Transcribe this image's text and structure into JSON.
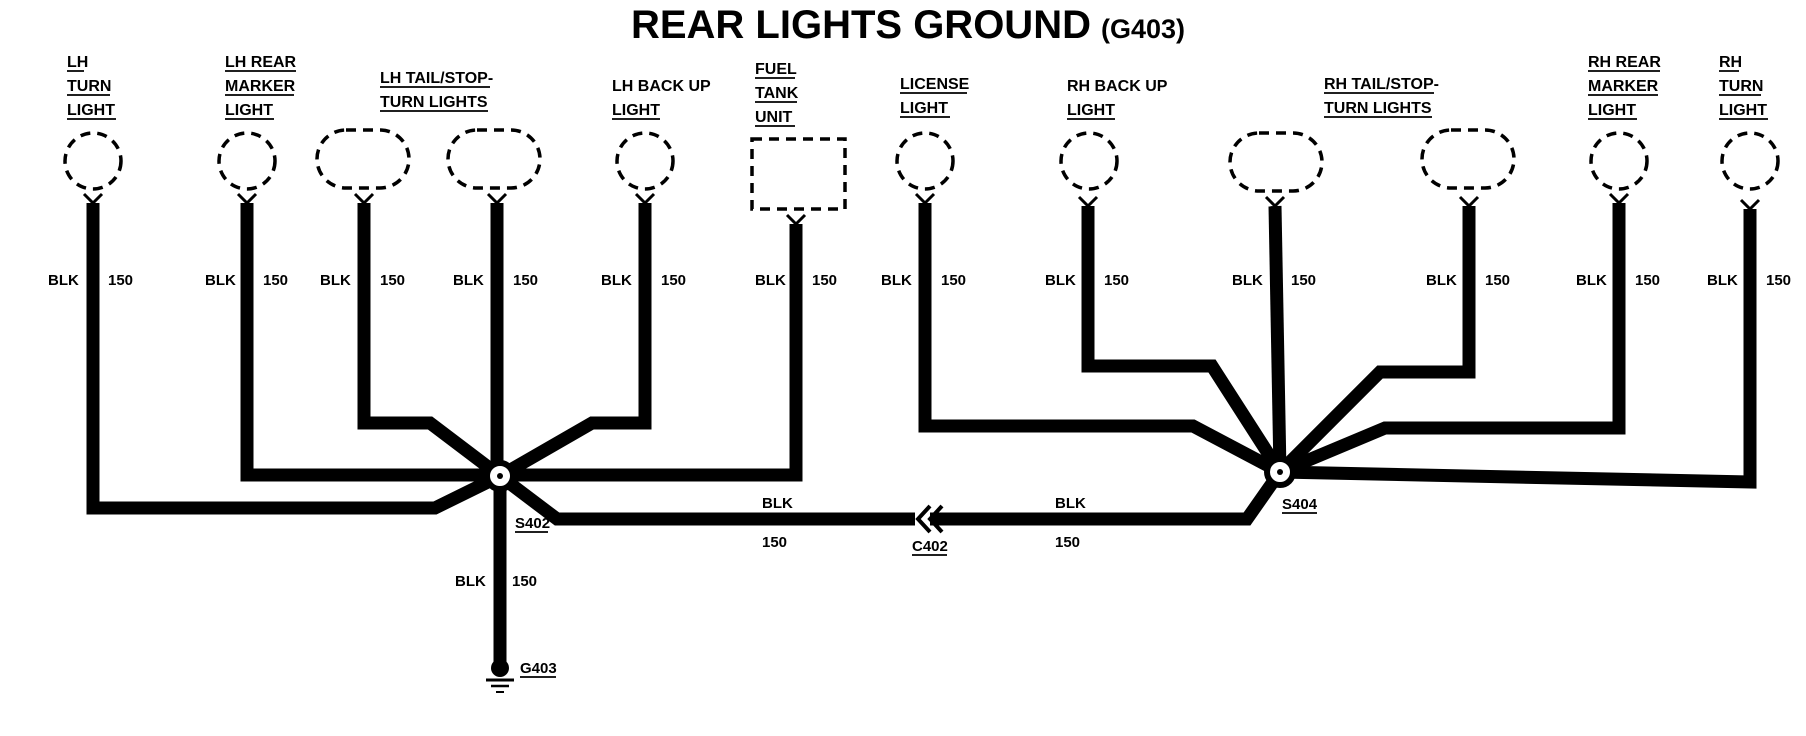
{
  "title": {
    "main": "REAR LIGHTS GROUND",
    "code": "(G403)"
  },
  "components": [
    {
      "id": "lh-turn",
      "lines": [
        "LH",
        "TURN",
        "LIGHT"
      ]
    },
    {
      "id": "lh-rear-marker",
      "lines": [
        "LH REAR",
        "MARKER",
        "LIGHT"
      ]
    },
    {
      "id": "lh-tail-stop-turn",
      "lines": [
        "LH TAIL/STOP-",
        "TURN LIGHTS"
      ]
    },
    {
      "id": "lh-back-up",
      "lines": [
        "LH BACK UP",
        "LIGHT"
      ]
    },
    {
      "id": "fuel-tank",
      "lines": [
        "FUEL",
        "TANK",
        "UNIT"
      ]
    },
    {
      "id": "license",
      "lines": [
        "LICENSE",
        "LIGHT"
      ]
    },
    {
      "id": "rh-back-up",
      "lines": [
        "RH BACK UP",
        "LIGHT"
      ]
    },
    {
      "id": "rh-tail-stop-turn",
      "lines": [
        "RH TAIL/STOP-",
        "TURN LIGHTS"
      ]
    },
    {
      "id": "rh-rear-marker",
      "lines": [
        "RH REAR",
        "MARKER",
        "LIGHT"
      ]
    },
    {
      "id": "rh-turn",
      "lines": [
        "RH",
        "TURN",
        "LIGHT"
      ]
    }
  ],
  "wire": {
    "color": "BLK",
    "gauge": "150"
  },
  "splices": {
    "left": "S402",
    "right": "S404"
  },
  "connector": "C402",
  "ground": "G403"
}
